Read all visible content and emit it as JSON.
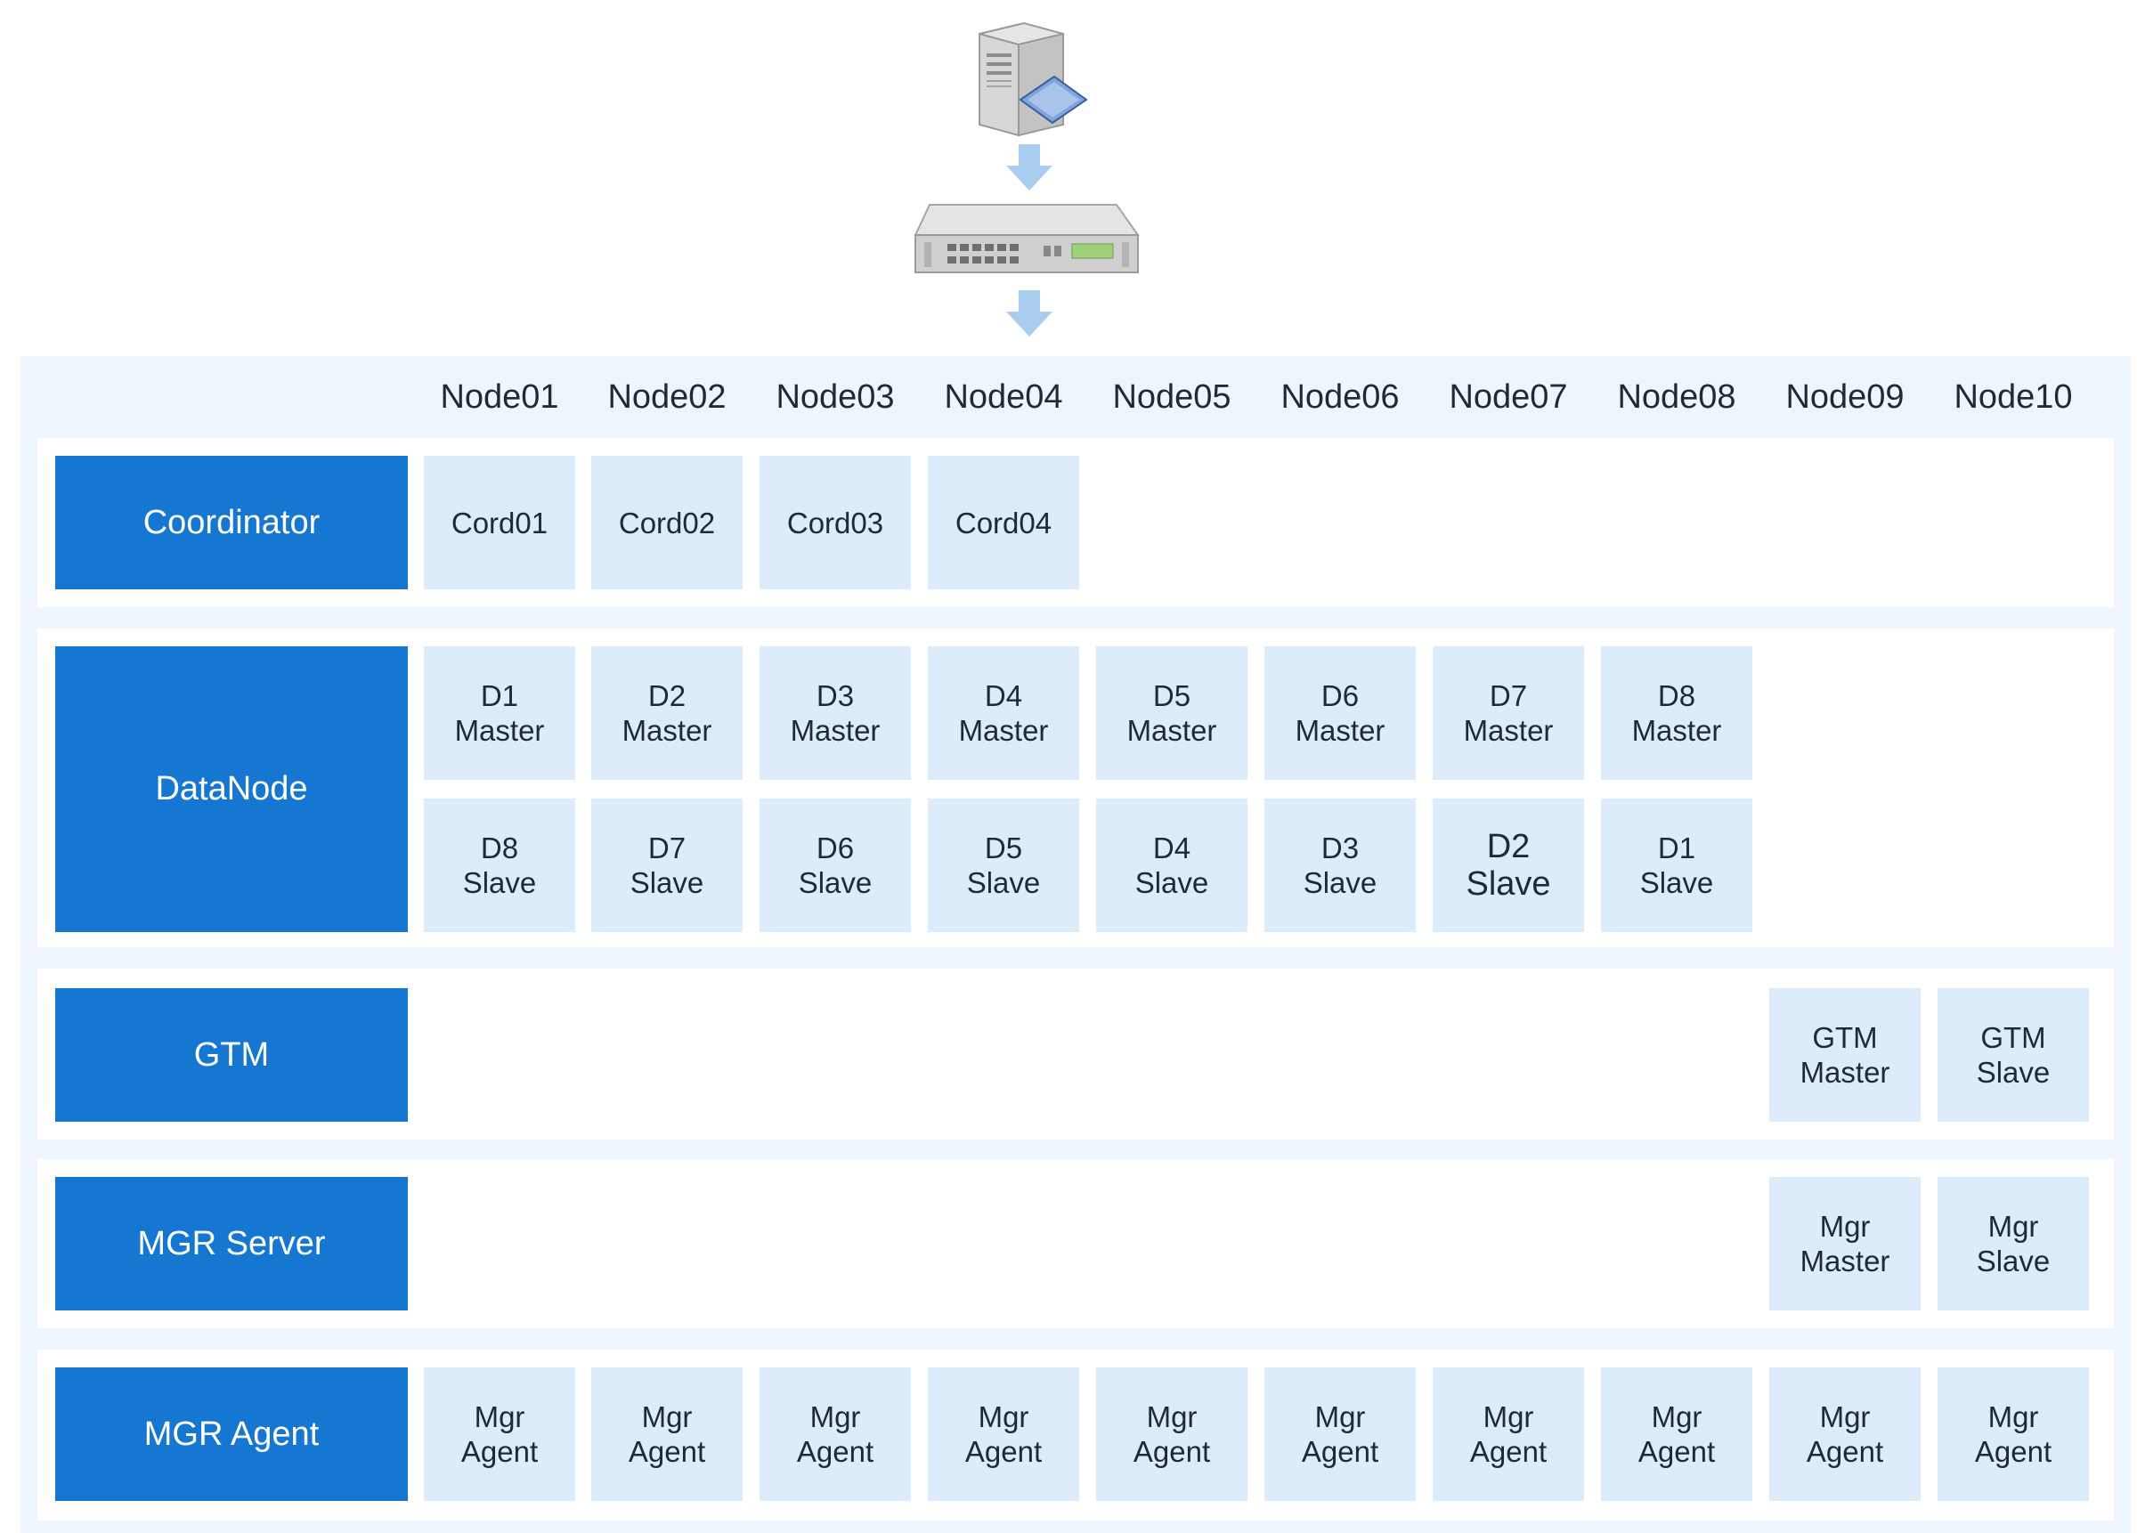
{
  "nodes": [
    "Node01",
    "Node02",
    "Node03",
    "Node04",
    "Node05",
    "Node06",
    "Node07",
    "Node08",
    "Node09",
    "Node10"
  ],
  "rows": {
    "coordinator": {
      "label": "Coordinator",
      "cells": [
        {
          "l1": "Cord01"
        },
        {
          "l1": "Cord02"
        },
        {
          "l1": "Cord03"
        },
        {
          "l1": "Cord04"
        }
      ]
    },
    "datanode": {
      "label": "DataNode",
      "masters": [
        {
          "l1": "D1",
          "l2": "Master"
        },
        {
          "l1": "D2",
          "l2": "Master"
        },
        {
          "l1": "D3",
          "l2": "Master"
        },
        {
          "l1": "D4",
          "l2": "Master"
        },
        {
          "l1": "D5",
          "l2": "Master"
        },
        {
          "l1": "D6",
          "l2": "Master"
        },
        {
          "l1": "D7",
          "l2": "Master"
        },
        {
          "l1": "D8",
          "l2": "Master"
        }
      ],
      "slaves": [
        {
          "l1": "D8",
          "l2": "Slave"
        },
        {
          "l1": "D7",
          "l2": "Slave"
        },
        {
          "l1": "D6",
          "l2": "Slave"
        },
        {
          "l1": "D5",
          "l2": "Slave"
        },
        {
          "l1": "D4",
          "l2": "Slave"
        },
        {
          "l1": "D3",
          "l2": "Slave"
        },
        {
          "l1": "D2",
          "l2": "Slave"
        },
        {
          "l1": "D1",
          "l2": "Slave"
        }
      ]
    },
    "gtm": {
      "label": "GTM",
      "cells": [
        {
          "l1": "GTM",
          "l2": "Master"
        },
        {
          "l1": "GTM",
          "l2": "Slave"
        }
      ]
    },
    "mgr_server": {
      "label": "MGR Server",
      "cells": [
        {
          "l1": "Mgr",
          "l2": "Master"
        },
        {
          "l1": "Mgr",
          "l2": "Slave"
        }
      ]
    },
    "mgr_agent": {
      "label": "MGR Agent",
      "cells": [
        {
          "l1": "Mgr",
          "l2": "Agent"
        },
        {
          "l1": "Mgr",
          "l2": "Agent"
        },
        {
          "l1": "Mgr",
          "l2": "Agent"
        },
        {
          "l1": "Mgr",
          "l2": "Agent"
        },
        {
          "l1": "Mgr",
          "l2": "Agent"
        },
        {
          "l1": "Mgr",
          "l2": "Agent"
        },
        {
          "l1": "Mgr",
          "l2": "Agent"
        },
        {
          "l1": "Mgr",
          "l2": "Agent"
        },
        {
          "l1": "Mgr",
          "l2": "Agent"
        },
        {
          "l1": "Mgr",
          "l2": "Agent"
        }
      ]
    }
  },
  "icons": {
    "top": "server-tower-icon",
    "middle": "rack-appliance-icon",
    "arrow": "down-arrow-icon"
  },
  "colors": {
    "category_fill": "#1677d2",
    "cell_fill": "#dcecfb",
    "panel_fill": "#eef5fd",
    "arrow_fill": "#a9cdee"
  }
}
